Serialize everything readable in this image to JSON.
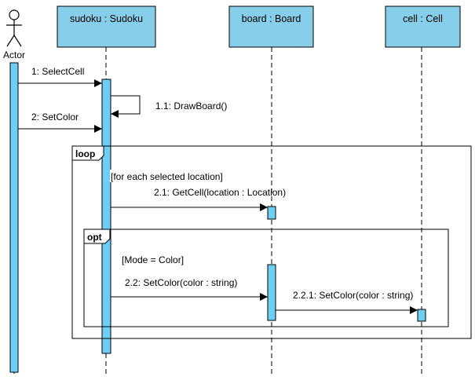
{
  "actor": {
    "name": "Actor"
  },
  "lifelines": [
    {
      "id": "sudoku",
      "label": "sudoku : Sudoku"
    },
    {
      "id": "board",
      "label": "board : Board"
    },
    {
      "id": "cell",
      "label": "cell : Cell"
    }
  ],
  "messages": [
    {
      "id": "m1",
      "label": "1: SelectCell"
    },
    {
      "id": "m11",
      "label": "1.1: DrawBoard()"
    },
    {
      "id": "m2",
      "label": "2: SetColor"
    },
    {
      "id": "m21",
      "label": "2.1: GetCell(location : Location)"
    },
    {
      "id": "m22",
      "label": "2.2: SetColor(color : string)"
    },
    {
      "id": "m221",
      "label": "2.2.1: SetColor(color : string)"
    }
  ],
  "fragments": {
    "loop": {
      "operator": "loop",
      "guard": "[for each selected location]"
    },
    "opt": {
      "operator": "opt",
      "guard": "[Mode = Color]"
    }
  },
  "colors": {
    "box_fill": "#87CEEB",
    "activation_fill": "#6ECFF6",
    "stroke": "#000000"
  }
}
